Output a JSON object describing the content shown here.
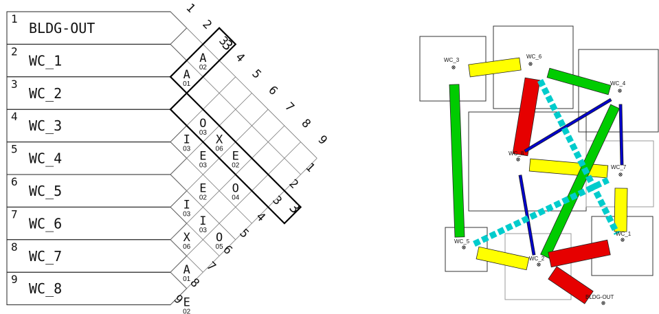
{
  "matrix": {
    "rows": [
      {
        "num": "1",
        "name": "BLDG-OUT"
      },
      {
        "num": "2",
        "name": "WC_1"
      },
      {
        "num": "3",
        "name": "WC_2"
      },
      {
        "num": "4",
        "name": "WC_3"
      },
      {
        "num": "5",
        "name": "WC_4"
      },
      {
        "num": "6",
        "name": "WC_5"
      },
      {
        "num": "7",
        "name": "WC_6"
      },
      {
        "num": "8",
        "name": "WC_7"
      },
      {
        "num": "9",
        "name": "WC_8"
      }
    ],
    "top_numbers": [
      "1",
      "2",
      "3",
      "4",
      "5",
      "6",
      "7",
      "8",
      "9"
    ],
    "bottom_numbers": [
      "1",
      "2",
      "3",
      "4",
      "5",
      "6",
      "7",
      "8",
      "9"
    ],
    "cells": [
      {
        "pair": [
          1,
          3
        ],
        "letter": "A",
        "code": "02"
      },
      {
        "pair": [
          2,
          3
        ],
        "letter": "A",
        "code": "01"
      },
      {
        "pair": [
          3,
          5
        ],
        "letter": "O",
        "code": "03"
      },
      {
        "pair": [
          4,
          5
        ],
        "letter": "I",
        "code": "03"
      },
      {
        "pair": [
          3,
          6
        ],
        "letter": "X",
        "code": "06"
      },
      {
        "pair": [
          4,
          6
        ],
        "letter": "E",
        "code": "03"
      },
      {
        "pair": [
          3,
          7
        ],
        "letter": "E",
        "code": "02"
      },
      {
        "pair": [
          5,
          7
        ],
        "letter": "E",
        "code": "02"
      },
      {
        "pair": [
          6,
          7
        ],
        "letter": "I",
        "code": "03"
      },
      {
        "pair": [
          4,
          8
        ],
        "letter": "O",
        "code": "04"
      },
      {
        "pair": [
          6,
          8
        ],
        "letter": "I",
        "code": "03"
      },
      {
        "pair": [
          7,
          8
        ],
        "letter": "X",
        "code": "06"
      },
      {
        "pair": [
          6,
          9
        ],
        "letter": "O",
        "code": "05"
      },
      {
        "pair": [
          8,
          9
        ],
        "letter": "A",
        "code": "01"
      },
      {
        "pair": [
          9,
          10
        ],
        "letter": "E",
        "code": "02"
      }
    ],
    "group_labels": [
      {
        "text": "3"
      },
      {
        "text": "3"
      }
    ]
  },
  "layout": {
    "nodes": [
      {
        "id": "wc3",
        "label": "WC_3"
      },
      {
        "id": "wc6",
        "label": "WC_6"
      },
      {
        "id": "wc4",
        "label": "WC_4"
      },
      {
        "id": "wc8",
        "label": "WC_8"
      },
      {
        "id": "wc7",
        "label": "WC_7"
      },
      {
        "id": "wc1",
        "label": "WC_1"
      },
      {
        "id": "wc5",
        "label": "WC_5"
      },
      {
        "id": "wc2",
        "label": "WC_2"
      },
      {
        "id": "bldg",
        "label": "BLDG-OUT"
      }
    ],
    "colors": {
      "A": "#e60000",
      "E": "#ffff00",
      "I": "#00cc00",
      "O": "#0000cc",
      "U": "#00cccc",
      "X": "#00cccc"
    }
  }
}
